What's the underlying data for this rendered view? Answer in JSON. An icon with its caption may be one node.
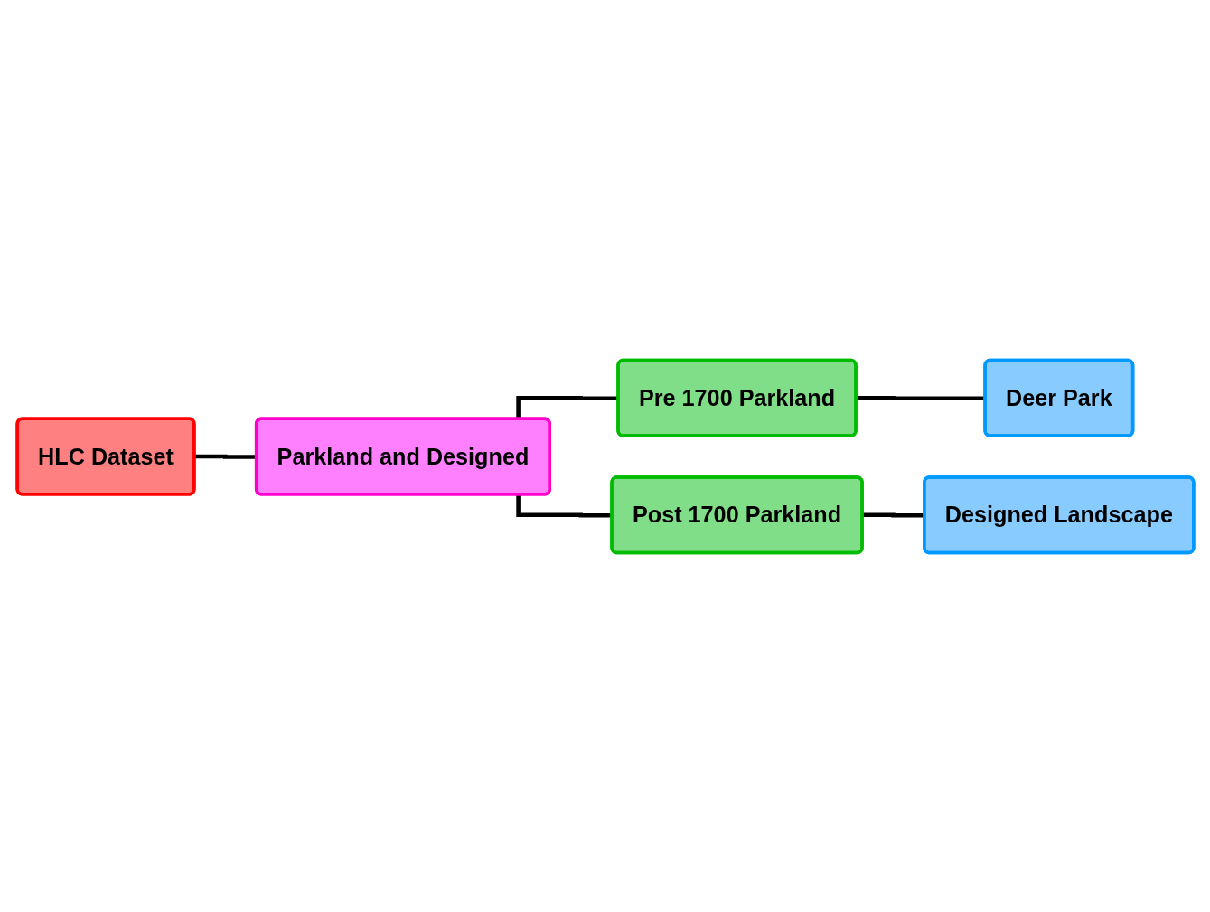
{
  "diagram": {
    "nodes": [
      {
        "text": [
          "HLC Dataset"
        ]
      },
      {
        "text": [
          "Parkland and Designed"
        ]
      },
      {
        "text": [
          "Pre 1700 Parkland"
        ]
      },
      {
        "text": [
          "Deer Park"
        ]
      },
      {
        "text": [
          "Post 1700 Parkland"
        ]
      },
      {
        "text": [
          "Designed Landscape"
        ]
      }
    ],
    "edges": [
      {
        "from": 0,
        "to": 1,
        "arrow": "none"
      },
      {
        "from": 1,
        "to": 2,
        "arrow": "none"
      },
      {
        "from": 2,
        "to": 3,
        "arrow": "none"
      },
      {
        "from": 1,
        "to": 4,
        "arrow": "none"
      },
      {
        "from": 4,
        "to": 5,
        "arrow": "none"
      }
    ]
  }
}
